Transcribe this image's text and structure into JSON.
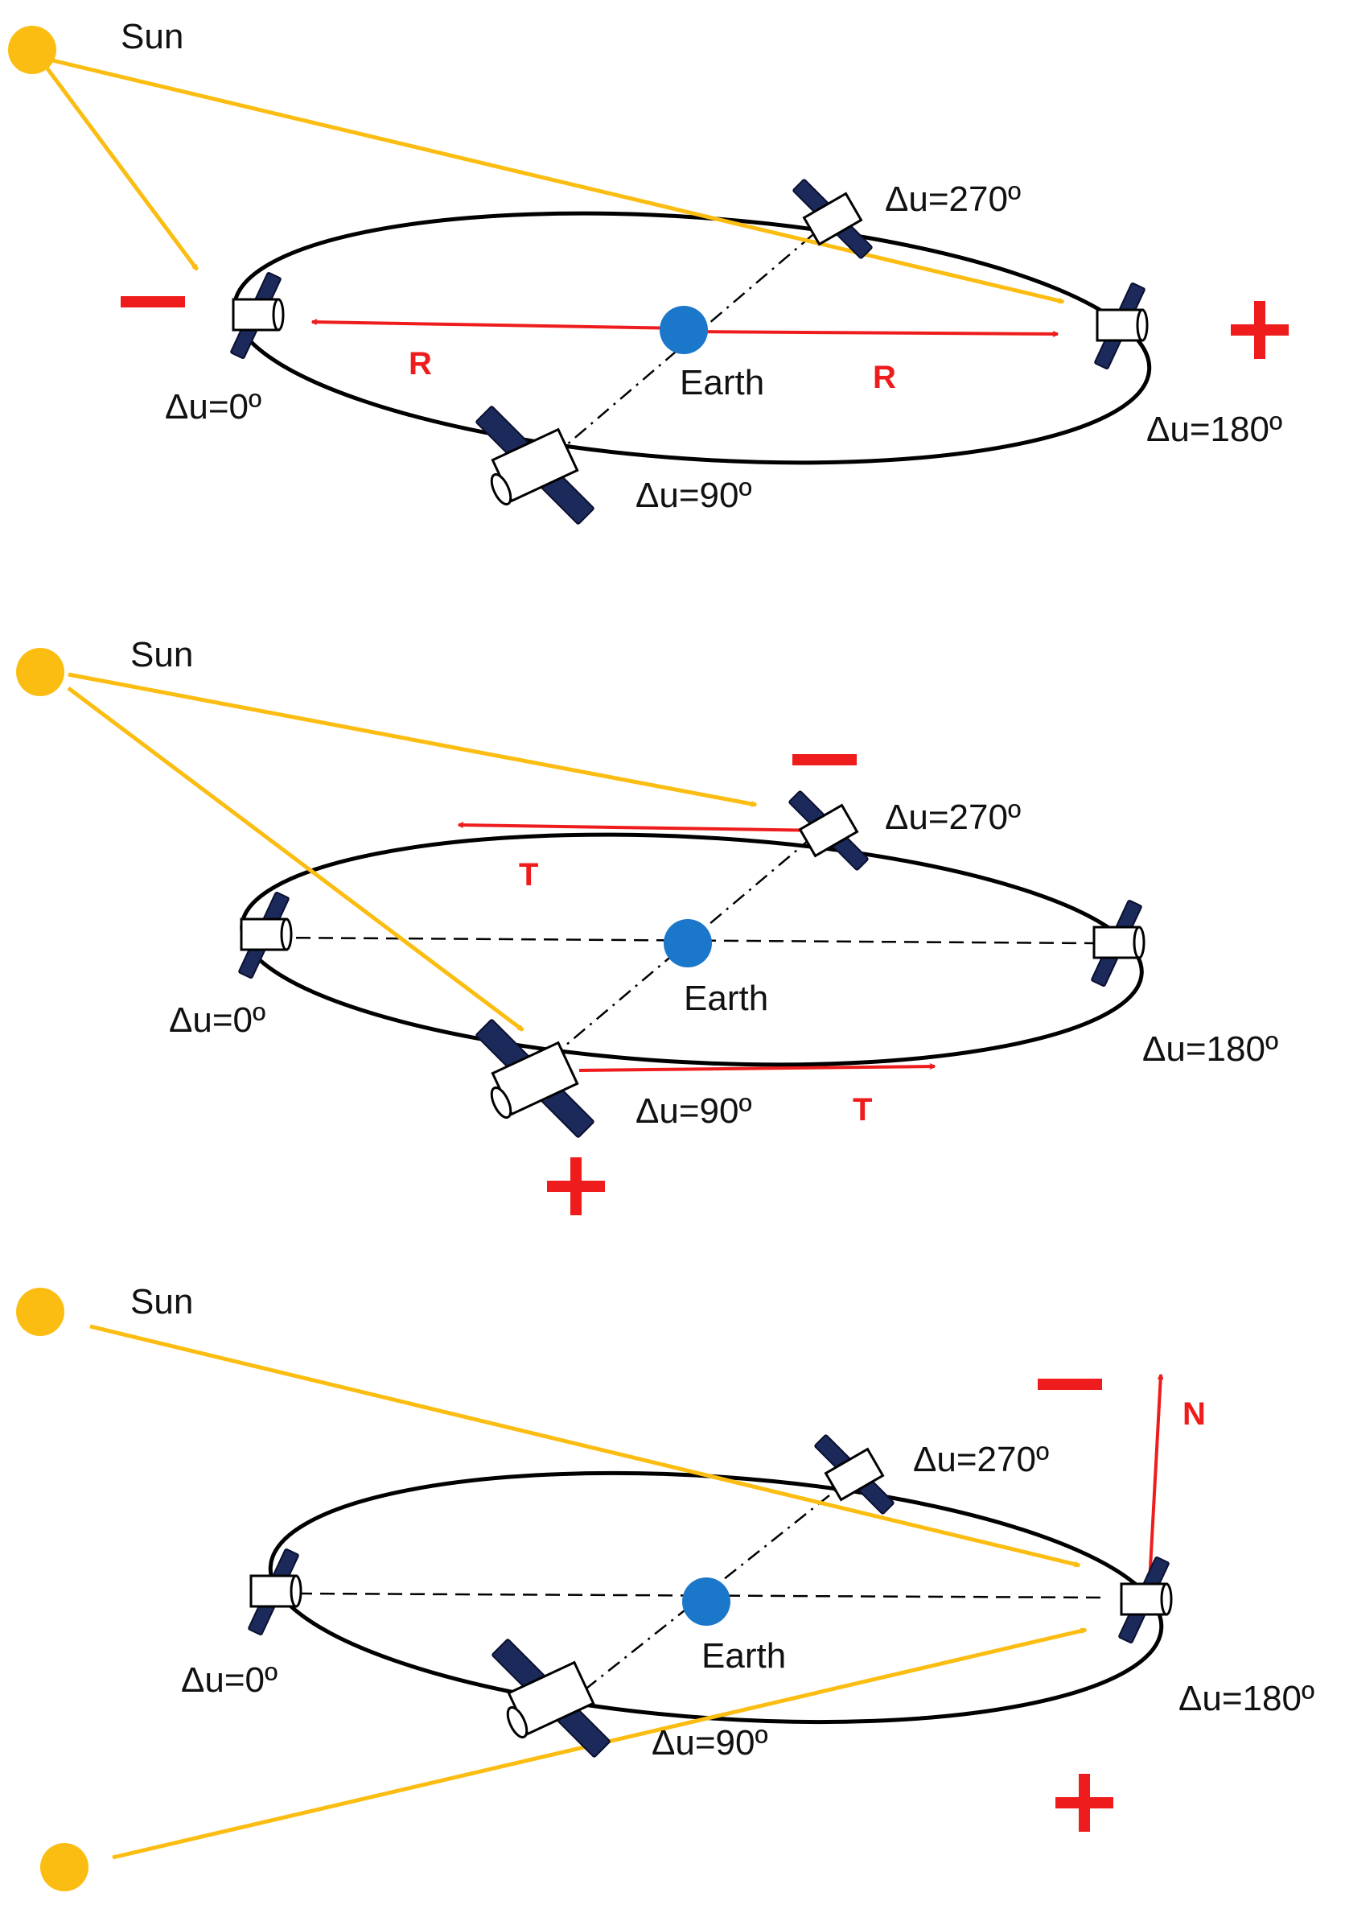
{
  "colors": {
    "sun": "#fbbd12",
    "vector": "#ee1c1c",
    "earth": "#1b77c9",
    "panel": "#1b2a5a"
  },
  "labels": {
    "sun": "Sun",
    "earth": "Earth",
    "du0": "Δu=0º",
    "du90": "Δu=90º",
    "du180": "Δu=180º",
    "du270": "Δu=270º",
    "radial": "R",
    "tangential": "T",
    "normal": "N"
  },
  "panels": [
    {
      "id": "radial",
      "component": "R"
    },
    {
      "id": "tangential",
      "component": "T"
    },
    {
      "id": "normal",
      "component": "N"
    }
  ]
}
